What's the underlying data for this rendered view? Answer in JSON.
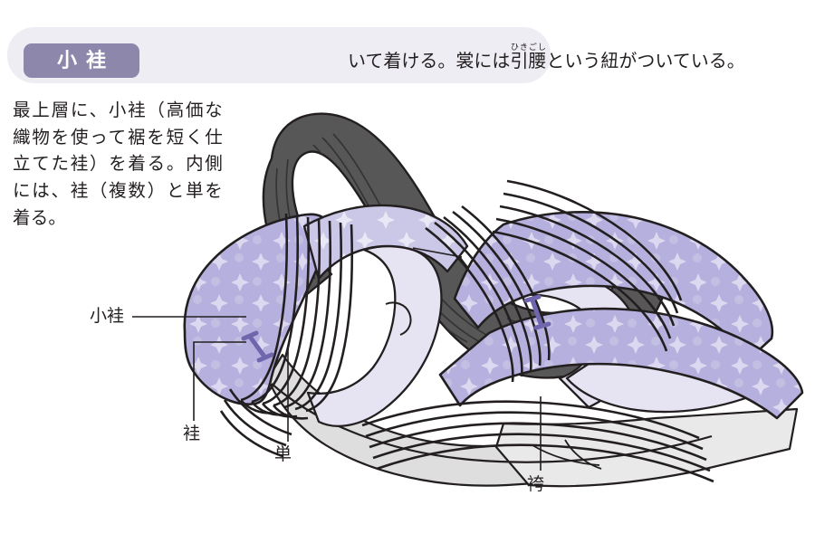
{
  "header": {
    "badge_label": "小袿",
    "sentence_prefix": "いて着ける。裳には",
    "sentence_ruby_base": "引腰",
    "sentence_ruby_text": "ひきごし",
    "sentence_suffix": "という紐がついている。"
  },
  "body": {
    "lead_paragraph": "最上層に、小袿（高価な織物を使って裾を短く仕立てた袿）を着る。内側には、袿（複数）と単を着る。"
  },
  "callouts": [
    {
      "label": "小袿",
      "name": "callout-kouchigi"
    },
    {
      "label": "袿",
      "name": "callout-uchigi"
    },
    {
      "label": "単",
      "name": "callout-hitoe"
    },
    {
      "label": "袴",
      "name": "callout-hakama"
    }
  ],
  "colors": {
    "band_background": "#efedf4",
    "badge_purple": "#8e87ac",
    "robe_lavender": "#b5b0dd",
    "robe_lavender_light": "#ddd9ef",
    "robe_pale": "#e6e3f3",
    "hakama_gray": "#dededf",
    "hakama_gray_light": "#ececed",
    "hair_gray": "#585758",
    "ink_outline": "#231f20",
    "text": "#231f20",
    "marker_purple": "#6f66ae"
  },
  "illustration": {
    "name": "heian-court-lady-layered-robes",
    "parts": [
      "hair",
      "kouchigi-outer-robe",
      "uchigi-layers",
      "hitoe-undergarment",
      "hakama-trousers"
    ]
  }
}
